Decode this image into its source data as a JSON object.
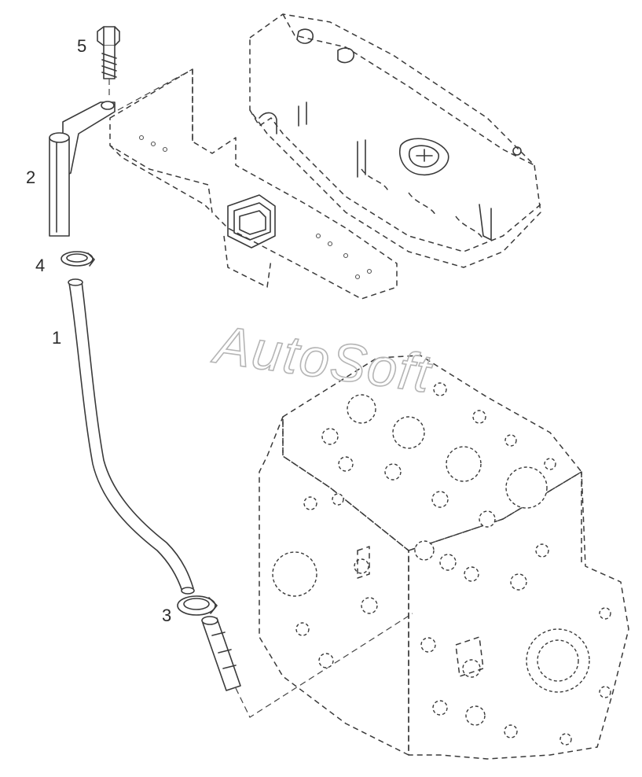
{
  "diagram": {
    "callouts": {
      "tube": "1",
      "bracket": "2",
      "clamp_lower": "3",
      "clamp_upper": "4",
      "bolt": "5"
    },
    "watermark": "AutoSoft"
  }
}
